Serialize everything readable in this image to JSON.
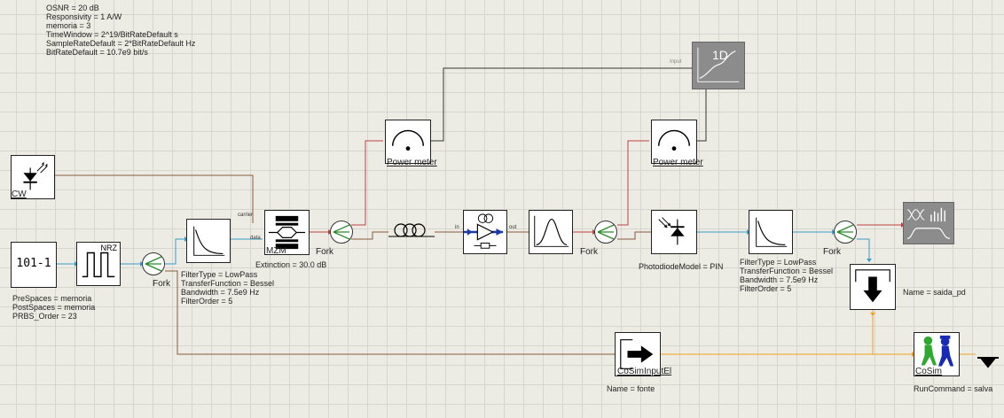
{
  "global_params": [
    "OSNR = 20 dB",
    "Responsivity = 1 A/W",
    "memoria = 3",
    "TimeWindow = 2^19/BitRateDefault s",
    "SampleRateDefault = 2*BitRateDefault Hz",
    "BitRateDefault = 10.7e9 bit/s"
  ],
  "cw": {
    "label": "CW"
  },
  "prbs": {
    "icon_text": "101-1",
    "params": [
      "PreSpaces = memoria",
      "PostSpaces = memoria",
      "PRBS_Order = 23"
    ]
  },
  "nrz": {
    "label": "NRZ"
  },
  "fork_label": "Fork",
  "filter1": {
    "params": [
      "FilterType = LowPass",
      "TransferFunction = Bessel",
      "Bandwidth = 7.5e9 Hz",
      "FilterOrder = 5"
    ]
  },
  "mzm": {
    "label": "MZM",
    "port_carrier": "carrier",
    "port_data": "data",
    "param": "Extinction = 30.0 dB"
  },
  "power_meter": {
    "label": "Power meter"
  },
  "amp": {
    "port_in": "in",
    "port_out": "out"
  },
  "photodiode": {
    "param": "PhotodiodeModel = PIN"
  },
  "filter2": {
    "params": [
      "FilterType = LowPass",
      "TransferFunction = Bessel",
      "Bandwidth = 7.5e9 Hz",
      "FilterOrder = 5"
    ]
  },
  "plot1d": {
    "label": "1D",
    "port": "Input"
  },
  "saida": {
    "param": "Name = saida_pd"
  },
  "cosim_input": {
    "label": "CoSimInputEl",
    "param": "Name = fonte"
  },
  "cosim": {
    "label": "CoSim",
    "param": "RunCommand = salva"
  }
}
